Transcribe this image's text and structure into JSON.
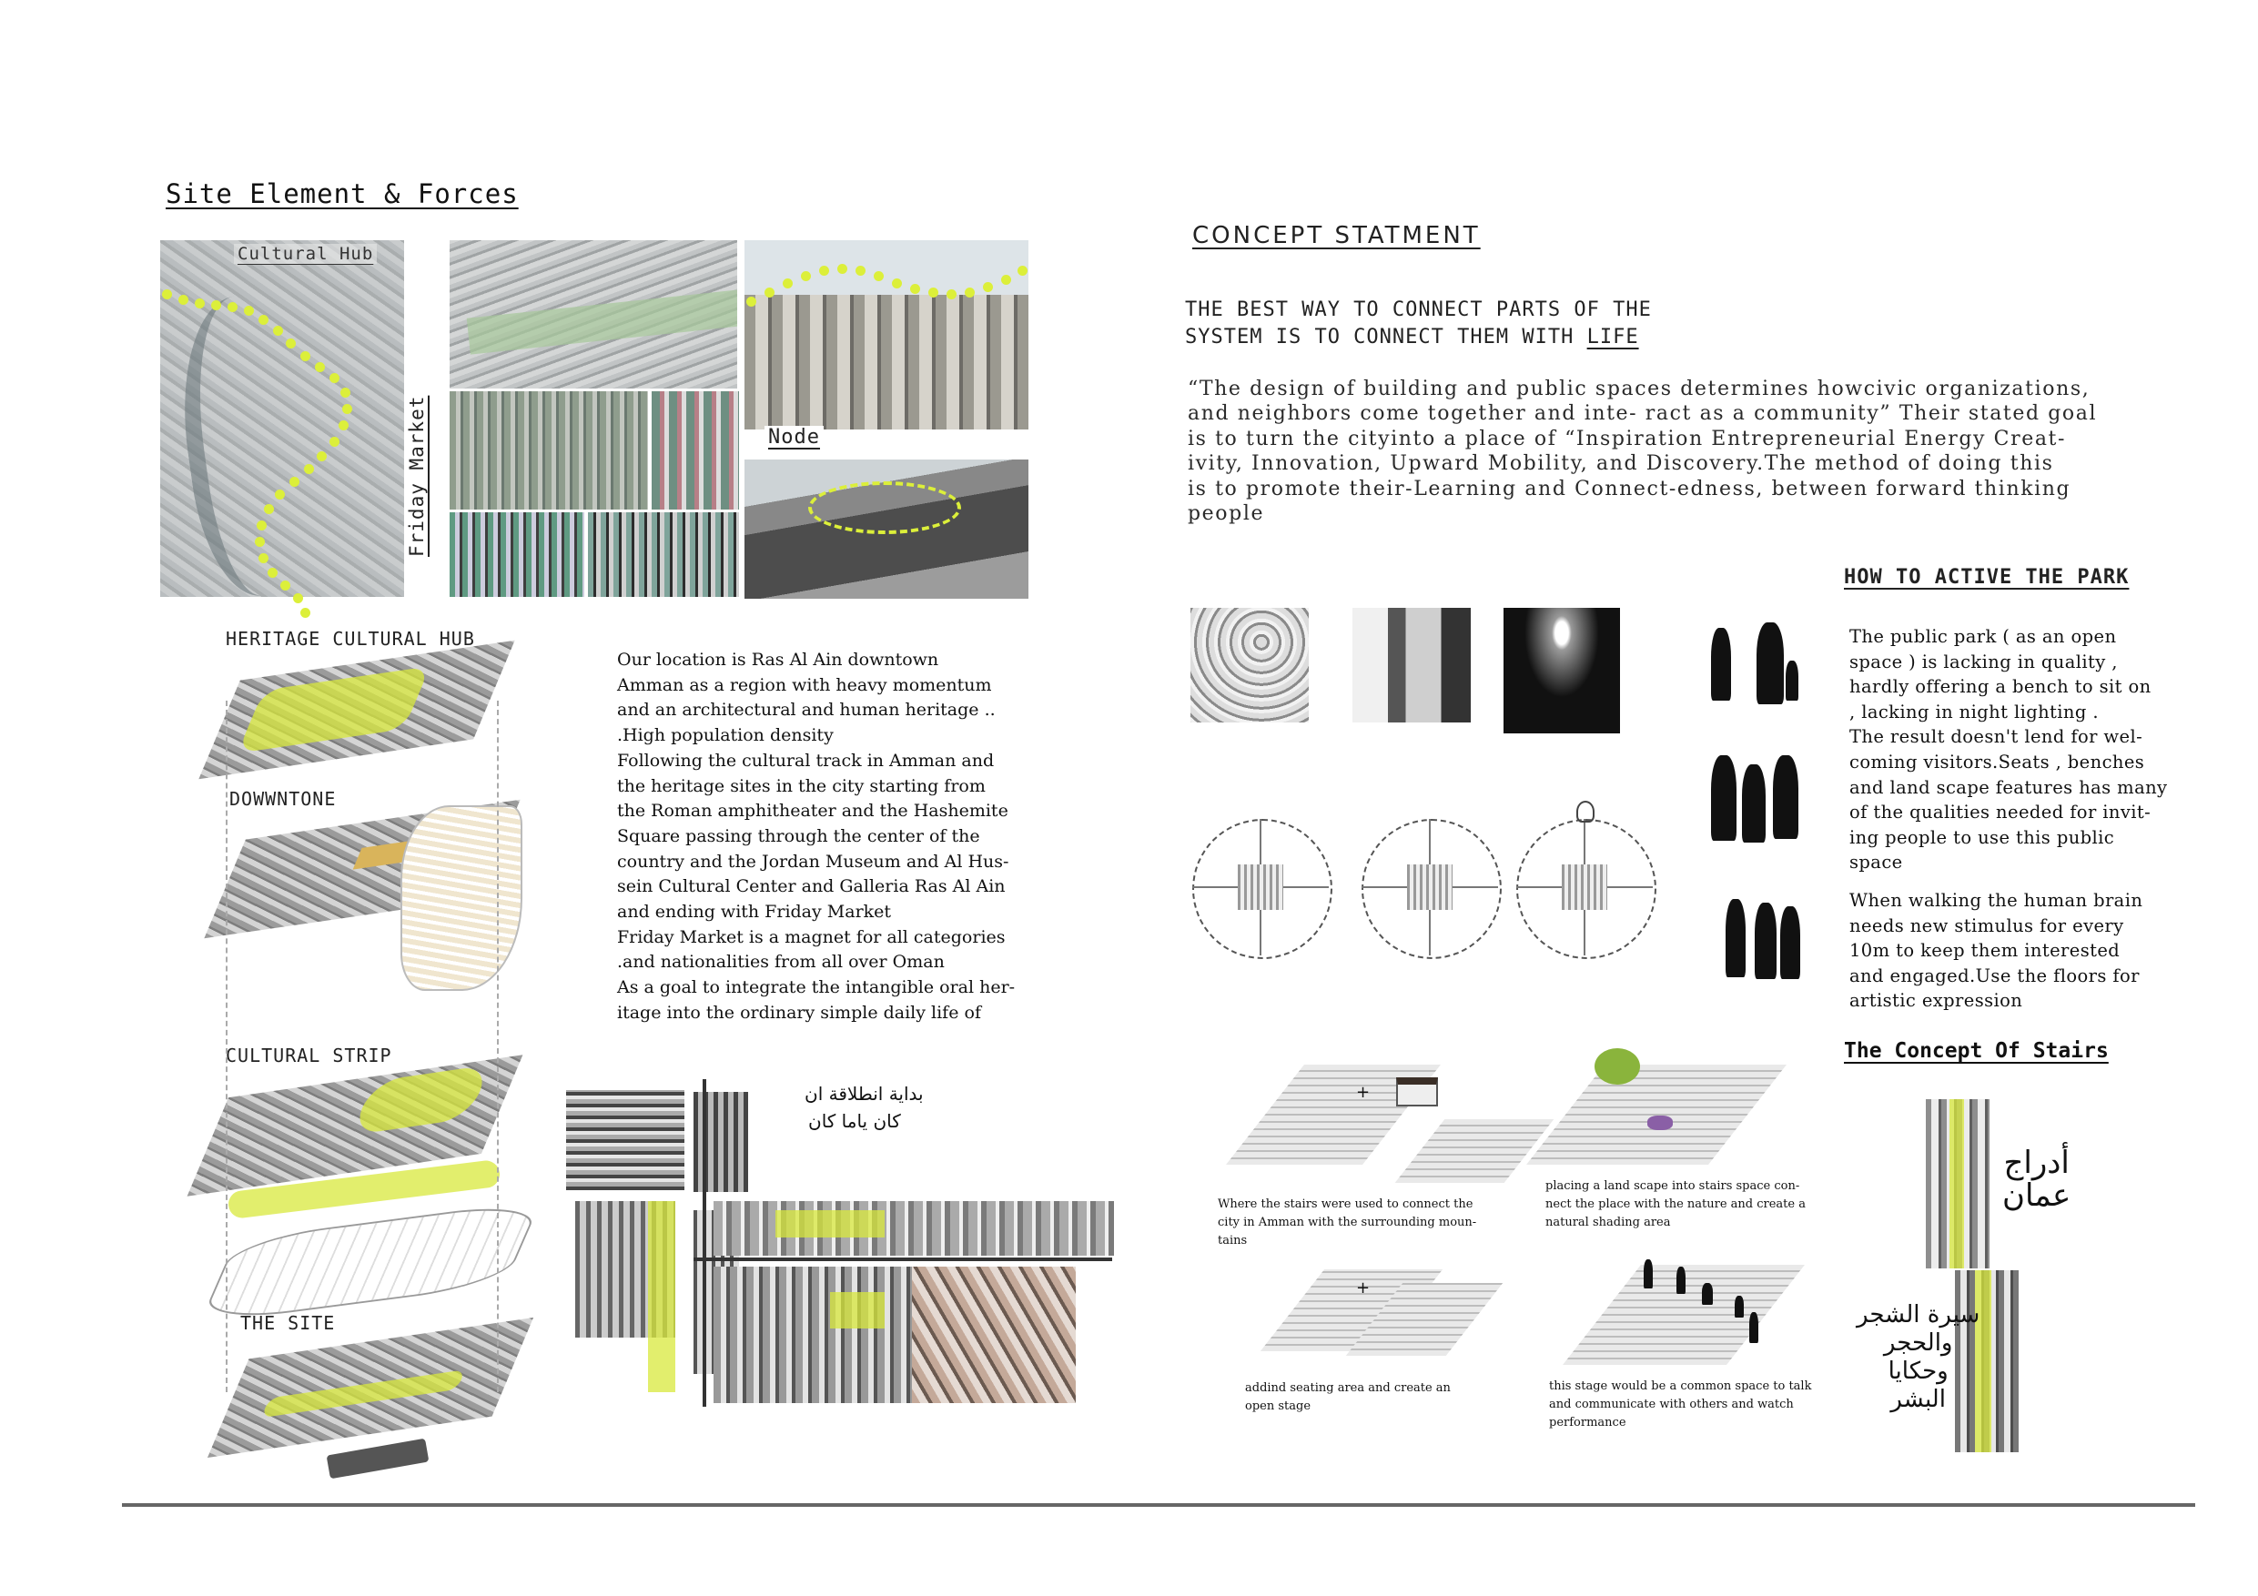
{
  "site": {
    "title": "Site Element & Forces",
    "labels": {
      "cultural_hub": "Cultural Hub",
      "friday_market": "Friday Market",
      "node": "Node"
    },
    "layers": {
      "heritage": "HERITAGE CULTURAL HUB",
      "downtone": "DOWWNTONE",
      "strip": "CULTURAL STRIP",
      "site": "THE   SITE"
    },
    "description": [
      "Our location is Ras Al Ain downtown",
      "Amman as a region with heavy momentum",
      "and an architectural and human heritage ..",
      ".High population density",
      "Following the cultural track in Amman and",
      "the heritage sites in the city starting from",
      "the Roman amphitheater and the Hashemite",
      "Square passing through the center of the",
      "country and the Jordan Museum and Al Hus-",
      "sein Cultural Center and Galleria Ras Al Ain",
      "and ending with Friday Market",
      "Friday Market is a magnet for all categories",
      ".and nationalities from all over Oman",
      "As a goal to integrate the intangible oral her-",
      "itage into the ordinary simple daily life of"
    ]
  },
  "concept": {
    "title": "CONCEPT STATMENT",
    "tagline_1": "THE BEST WAY TO CONNECT PARTS OF THE",
    "tagline_2": "SYSTEM IS TO CONNECT THEM WITH ",
    "tagline_life": "LIFE",
    "quote": [
      "“The design of building and public spaces determines howcivic organizations,",
      "and neighbors come together and inte- ract as a community” Their stated goal",
      "is to turn the cityinto a place of “Inspiration Entrepreneurial Energy Creat-",
      "ivity, Innovation, Upward Mobility, and Discovery.The method of doing this",
      "is to promote their-Learning and Connect-edness, between forward thinking",
      "people"
    ]
  },
  "park": {
    "title": "HOW TO ACTIVE THE PARK",
    "para1": [
      "The public park ( as an open",
      "space ) is lacking in quality ,",
      "hardly offering a bench to sit on",
      ", lacking in night lighting .",
      "The result doesn't lend for wel-",
      "coming visitors.Seats , benches",
      "and land scape features has many",
      "of the qualities needed for invit-",
      "ing people to use this public",
      "space"
    ],
    "para2": [
      "When walking the human brain",
      "needs new stimulus for every",
      "10m to keep them interested",
      "and engaged.Use the floors for",
      "artistic expression"
    ]
  },
  "stairs": {
    "title": "The Concept Of Stairs",
    "cap1": [
      "Where the stairs were used to connect the",
      "city in Amman with the surrounding moun-",
      "tains"
    ],
    "cap2": [
      "placing a land scape into stairs space con-",
      "nect the place with the nature and create a",
      "natural shading area"
    ],
    "cap3": [
      "addind seating area and create an",
      "open stage"
    ],
    "cap4": [
      "this stage would be a common space to talk",
      "and communicate with others and watch",
      "performance"
    ],
    "arabic_1": [
      "أدراج",
      "عمان"
    ],
    "arabic_2": [
      "سيرة الشجر",
      "والحجر",
      "وحكايا",
      "البشر"
    ]
  },
  "colors": {
    "accent_yellow": "#dcef3a",
    "rule": "#666666"
  }
}
